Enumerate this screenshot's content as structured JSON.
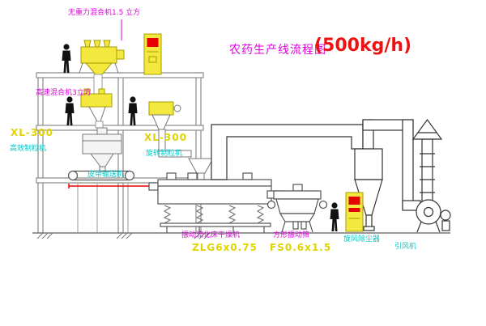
{
  "title": {
    "text": "农药生产线流程图",
    "capacity": "(500kg/h)"
  },
  "labels": {
    "gravity_mixer": "无重力混合机1.5 立方",
    "high_speed_mixer": "高速混合机3立方",
    "left_granulator_model": "XL-300",
    "left_granulator_name": "高效制粒机",
    "center_granulator_model": "XL-300",
    "center_granulator_name": "旋转制粒机",
    "belt_conveyor": "皮带输送机",
    "dryer_name": "振动流化床干燥机",
    "dryer_model": "ZLG6x0.75",
    "screen_name": "方形振动筛",
    "screen_model": "FS0.6x1.5",
    "cyclone": "旋风除尘器",
    "fan": "引风机"
  },
  "colors": {
    "background": "#ffffff",
    "magenta_text": "#dd00dd",
    "red_text": "#ee1111",
    "cyan_text": "#00c8c8",
    "yellow_text": "#e0d400",
    "equipment_fill": "#f3e93e",
    "cabinet_display_red": "#e60000",
    "line_grey": "#808080",
    "duct_line": "#333333"
  }
}
